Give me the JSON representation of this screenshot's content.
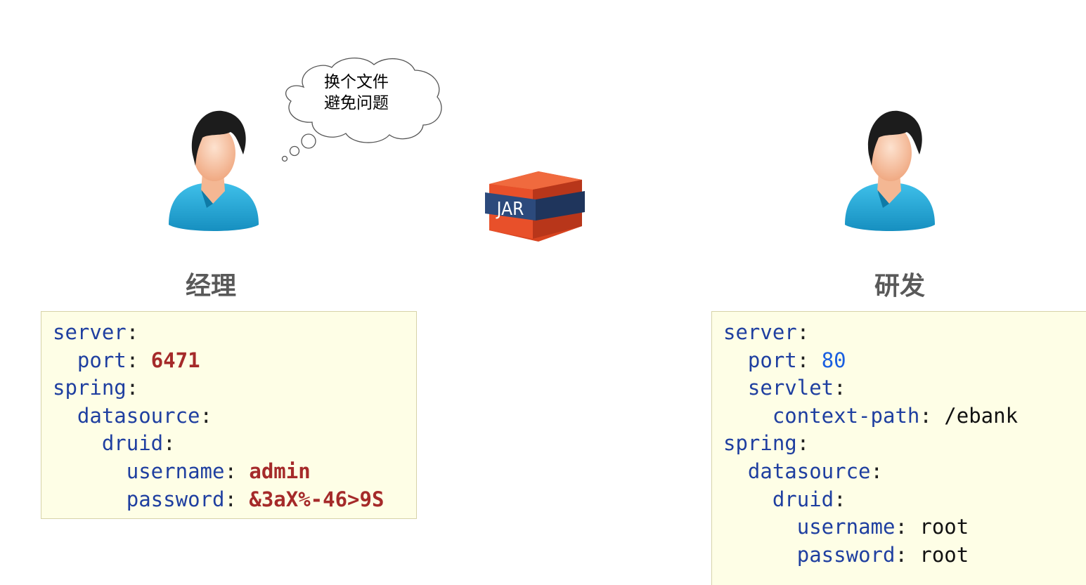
{
  "thought_bubble": {
    "line1": "换个文件",
    "line2": "避免问题"
  },
  "jar": {
    "label": "JAR"
  },
  "left": {
    "role": "经理",
    "code": {
      "server_key": "server",
      "port_key": "port",
      "port_value": "6471",
      "spring_key": "spring",
      "datasource_key": "datasource",
      "druid_key": "druid",
      "username_key": "username",
      "username_value": "admin",
      "password_key": "password",
      "password_value": "&3aX%-46>9S"
    }
  },
  "right": {
    "role": "研发",
    "code": {
      "server_key": "server",
      "port_key": "port",
      "port_value": "80",
      "servlet_key": "servlet",
      "context_path_key": "context-path",
      "context_path_value": "/ebank",
      "spring_key": "spring",
      "datasource_key": "datasource",
      "druid_key": "druid",
      "username_key": "username",
      "username_value": "root",
      "password_key": "password",
      "password_value": "root"
    }
  },
  "colors": {
    "key": "#1f3fa0",
    "value_red": "#a52a2a",
    "value_blue": "#1a5fe0",
    "shirt": "#1fa6d6",
    "code_background": "#fefee6",
    "jar_orange": "#e8502a",
    "jar_band": "#2c4a7c"
  },
  "icons": [
    "user-icon",
    "thought-bubble",
    "jar-icon"
  ]
}
